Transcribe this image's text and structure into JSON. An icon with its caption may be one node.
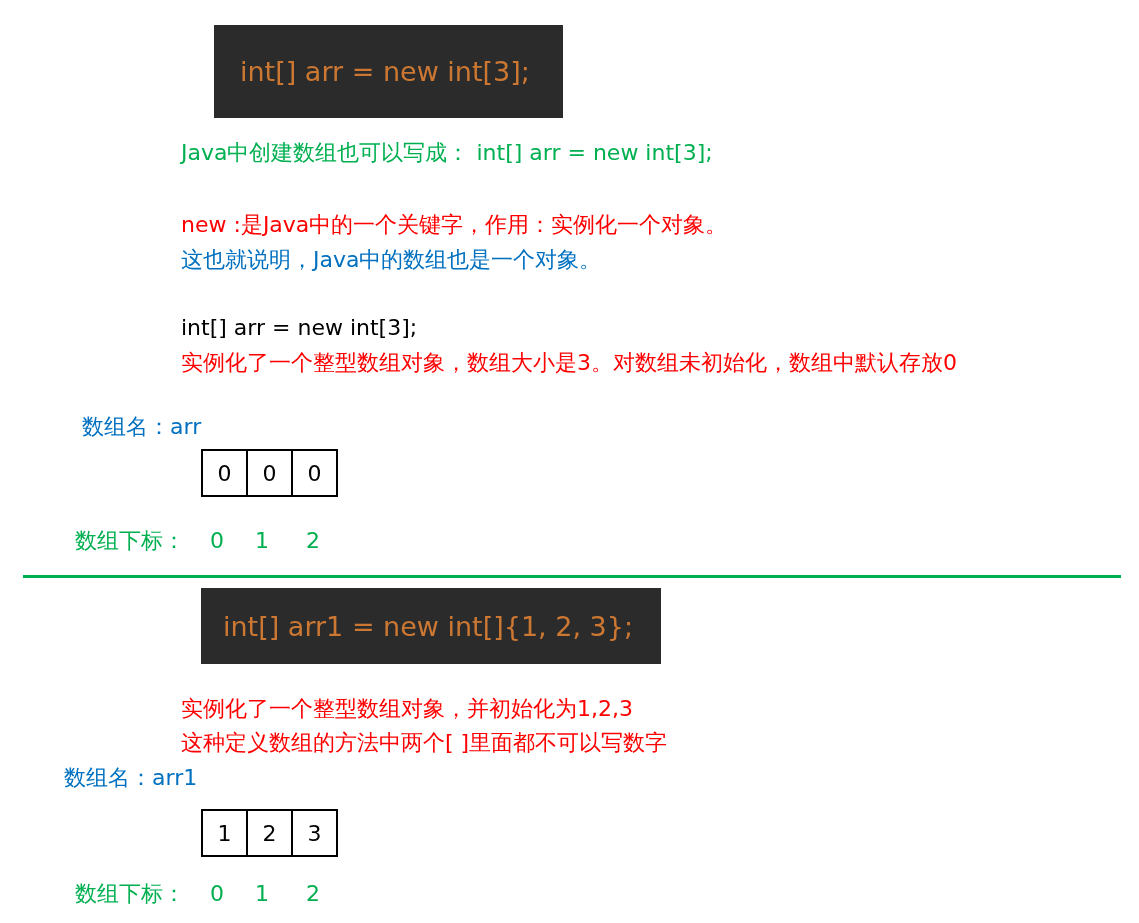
{
  "diagram": {
    "nodes": [
      {
        "text": [
          "int[] arr = new int[3];"
        ]
      },
      {
        "text": [
          "0"
        ]
      },
      {
        "text": [
          "0"
        ]
      },
      {
        "text": [
          "0"
        ]
      },
      {
        "text": [
          "int[] arr1 = new int[]{1, 2, 3};"
        ]
      },
      {
        "text": [
          "1"
        ]
      },
      {
        "text": [
          "2"
        ]
      },
      {
        "text": [
          "3"
        ]
      }
    ],
    "labels": [
      "Java中创建数组也可以写成： int[] arr = new int[3];",
      "new :是Java中的一个关键字，作用：实例化一个对象。",
      "这也就说明，Java中的数组也是一个对象。",
      "int[] arr = new int[3];",
      "实例化了一个整型数组对象，数组大小是3。对数组未初始化，数组中默认存放0",
      "数组名：arr",
      "数组下标：",
      "0",
      "1",
      "2",
      "实例化了一个整型数组对象，并初始化为1,2,3",
      "这种定义数组的方法中两个[ ]里面都不可以写数字",
      "数组名：arr1",
      "数组下标：",
      "0",
      "1",
      "2"
    ]
  }
}
